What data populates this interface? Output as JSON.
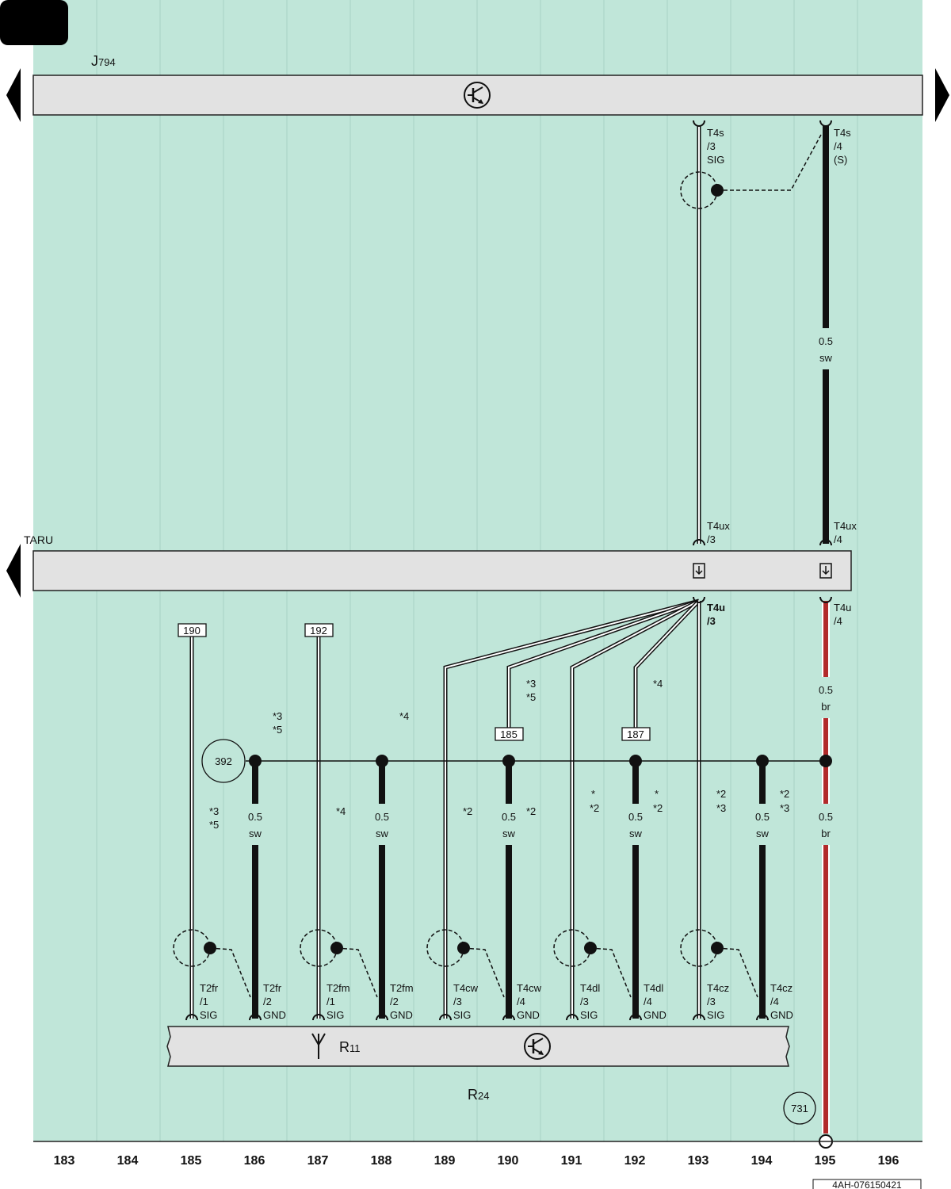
{
  "colors": {
    "background": "#c0e6d9",
    "component_fill": "#e2e2e2",
    "wire_black": "#111111",
    "wire_brown": "#b22a2a",
    "line": "#222222"
  },
  "icons": [
    "triangle-left-icon",
    "triangle-right-icon",
    "transistor-icon",
    "antenna-icon",
    "shield-icon",
    "screw-connector-icon"
  ],
  "components": {
    "j794": {
      "prefix": "J",
      "sub": "794"
    },
    "taru": {
      "label": "TARU"
    },
    "r11": {
      "prefix": "R",
      "sub": "11"
    },
    "r24": {
      "prefix": "R",
      "sub": "24"
    }
  },
  "top_pins": [
    {
      "l1": "T4s",
      "l2": "/3",
      "l3": "SIG"
    },
    {
      "l1": "T4s",
      "l2": "/4",
      "l3": "(S)"
    }
  ],
  "taru_pins": [
    {
      "l1": "T4ux",
      "l2": "/3"
    },
    {
      "l1": "T4ux",
      "l2": "/4"
    },
    {
      "l1": "T4u",
      "l2": "/3"
    },
    {
      "l1": "T4u",
      "l2": "/4"
    }
  ],
  "wire_labels": {
    "w195_top": {
      "size": "0.5",
      "color": "sw"
    },
    "w195_mid": {
      "size": "0.5",
      "color": "br"
    },
    "w195_bot": {
      "size": "0.5",
      "color": "br"
    },
    "w186": {
      "size": "0.5",
      "color": "sw"
    },
    "w188": {
      "size": "0.5",
      "color": "sw"
    },
    "w190": {
      "size": "0.5",
      "color": "sw"
    },
    "w192": {
      "size": "0.5",
      "color": "sw"
    },
    "w194": {
      "size": "0.5",
      "color": "sw"
    }
  },
  "refs": {
    "r190": "190",
    "r192": "192",
    "r185": "185",
    "r187": "187",
    "c392": "392",
    "c731": "731"
  },
  "notes": {
    "n1a": "*3",
    "n1b": "*5",
    "n2": "*4",
    "n3a": "*3",
    "n3b": "*5",
    "n4": "*4",
    "n5a": "*3",
    "n5b": "*5",
    "n6": "*4",
    "n7": "*2",
    "n8": "*2",
    "n9a": "*",
    "n9b": "*2",
    "n10a": "*",
    "n10b": "*2",
    "n11a": "*2",
    "n11b": "*3",
    "n12a": "*2",
    "n12b": "*3"
  },
  "bottom_pins": [
    {
      "l1": "T2fr",
      "l2": "/1",
      "l3": "SIG"
    },
    {
      "l1": "T2fr",
      "l2": "/2",
      "l3": "GND"
    },
    {
      "l1": "T2fm",
      "l2": "/1",
      "l3": "SIG"
    },
    {
      "l1": "T2fm",
      "l2": "/2",
      "l3": "GND"
    },
    {
      "l1": "T4cw",
      "l2": "/3",
      "l3": "SIG"
    },
    {
      "l1": "T4cw",
      "l2": "/4",
      "l3": "GND"
    },
    {
      "l1": "T4dl",
      "l2": "/3",
      "l3": "SIG"
    },
    {
      "l1": "T4dl",
      "l2": "/4",
      "l3": "GND"
    },
    {
      "l1": "T4cz",
      "l2": "/3",
      "l3": "SIG"
    },
    {
      "l1": "T4cz",
      "l2": "/4",
      "l3": "GND"
    }
  ],
  "columns": [
    "183",
    "184",
    "185",
    "186",
    "187",
    "188",
    "189",
    "190",
    "191",
    "192",
    "193",
    "194",
    "195",
    "196"
  ],
  "doc_id": "4AH-076150421"
}
